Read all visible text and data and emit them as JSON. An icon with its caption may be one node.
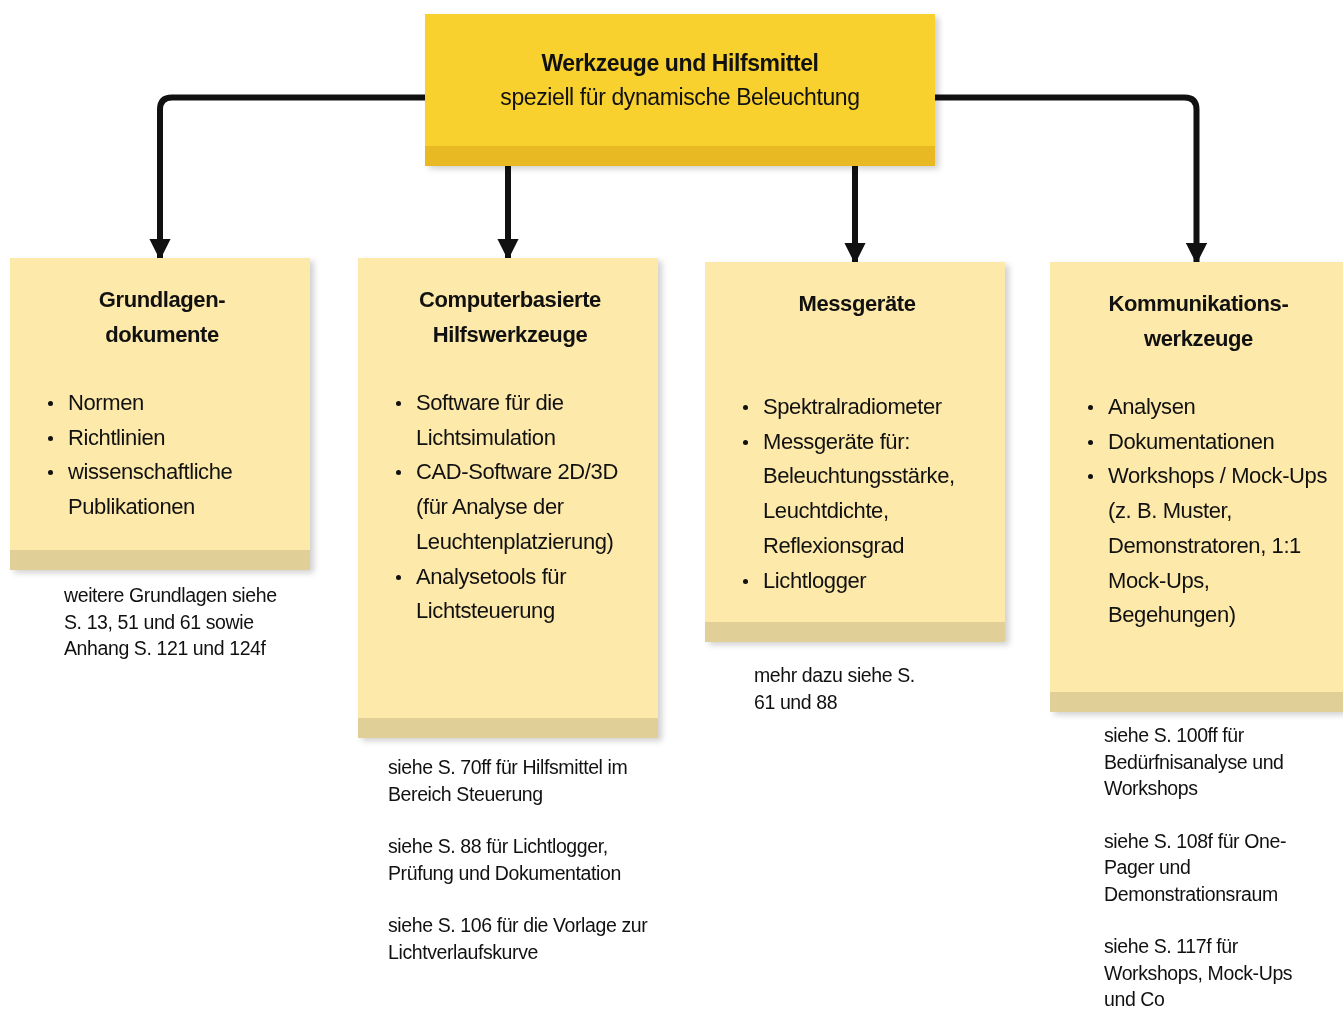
{
  "diagram": {
    "nodes": [
      {
        "text": [
          "Werkzeuge und Hilfsmittel",
          "speziell für dynamische Beleuchtung"
        ]
      },
      {
        "text": [
          "Grundlagen-dokumente",
          "Normen",
          "Richtlinien",
          "wissenschaftliche Publikationen"
        ],
        "beside": [
          "weitere Grundlagen siehe S. 13, 51 und 61 sowie Anhang S. 121 und 124f"
        ]
      },
      {
        "text": [
          "Computerbasierte Hilfswerkzeuge",
          "Software für die Lichtsimulation",
          "CAD-Software 2D/3D (für Analyse der Leuchtenplatzierung)",
          "Analysetools für Lichtsteuerung"
        ],
        "beside": [
          "siehe S. 70ff für Hilfsmittel im Bereich Steuerung",
          "siehe S. 88 für Lichtlogger, Prüfung und Dokumentation",
          "siehe S. 106 für die Vorlage zur Lichtverlaufskurve"
        ]
      },
      {
        "text": [
          "Messgeräte",
          "Spektralradiometer",
          "Messgeräte für: Beleuchtungsstärke, Leuchtdichte, Reflexionsgrad",
          "Lichtlogger"
        ],
        "beside": [
          "mehr dazu siehe S. 61 und 88"
        ]
      },
      {
        "text": [
          "Kommunikations-werkzeuge",
          "Analysen",
          "Dokumentationen",
          "Workshops / Mock-Ups (z. B. Muster, Demonstratoren, 1:1 Mock-Ups, Begehungen)"
        ],
        "beside": [
          "siehe S. 100ff für Bedürfnisanalyse und Workshops",
          "siehe S. 108f für One-Pager und Demonstrationsraum",
          "siehe S. 117f für Workshops, Mock-Ups und Co"
        ]
      }
    ],
    "edges": [
      {
        "from": 0,
        "to": 1,
        "arrow": "to"
      },
      {
        "from": 0,
        "to": 2,
        "arrow": "to"
      },
      {
        "from": 0,
        "to": 3,
        "arrow": "to"
      },
      {
        "from": 0,
        "to": 4,
        "arrow": "to"
      }
    ]
  }
}
